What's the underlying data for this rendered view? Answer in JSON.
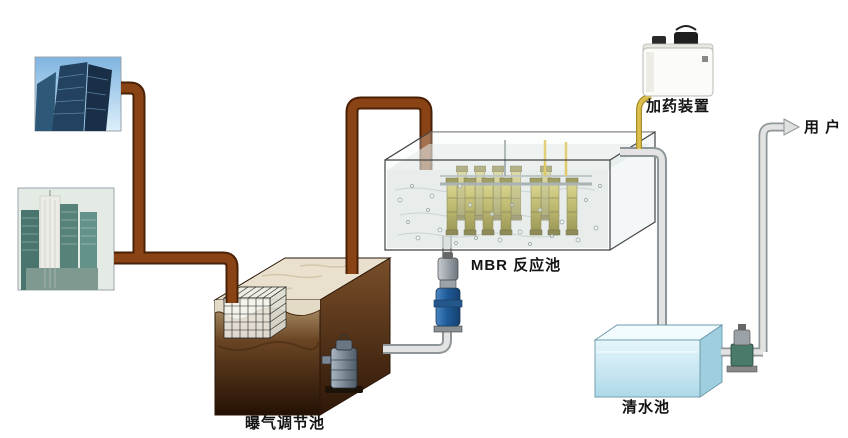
{
  "labels": {
    "mbr_tank": "MBR 反应池",
    "aeration_tank": "曝气调节池",
    "dosing_device": "加药装置",
    "clean_water_tank": "清水池",
    "users": "用 户"
  },
  "colors": {
    "sewage_pipe": "#8a4314",
    "clean_pipe": "#e3e3e3",
    "dosing_pipe": "#dcc04e",
    "aeration_water": "#3a2410",
    "clean_water": "#bfe6f2",
    "membrane": "#b3ad54",
    "background": "#ffffff"
  },
  "components": [
    "city-buildings-photo",
    "residential-buildings-photo",
    "screen-grid",
    "submersible-pump",
    "lift-pump",
    "mbr-membrane-modules",
    "dosing-device",
    "clean-water-pump",
    "outflow-arrow"
  ]
}
